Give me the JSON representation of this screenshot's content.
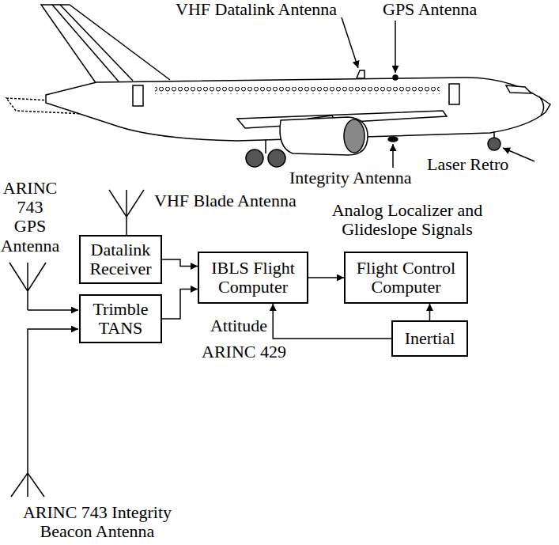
{
  "diagram": {
    "nodes": [
      {
        "text": [
          "Datalink Receiver"
        ]
      },
      {
        "text": [
          "Trimble TANS"
        ]
      },
      {
        "text": [
          "IBLS Flight Computer"
        ]
      },
      {
        "text": [
          "Flight Control Computer"
        ]
      },
      {
        "text": [
          "Inertial"
        ]
      }
    ],
    "edges": [
      {
        "from": 0,
        "to": 2,
        "arrow": "to"
      },
      {
        "from": 1,
        "to": 2,
        "arrow": "to"
      },
      {
        "from": 2,
        "to": 3,
        "arrow": "to"
      },
      {
        "from": 4,
        "to": 3,
        "arrow": "to"
      },
      {
        "from": 4,
        "to": 2,
        "arrow": "to"
      }
    ],
    "labels": [
      "VHF Datalink Antenna",
      "GPS Antenna",
      "Laser Retro",
      "Integrity Antenna",
      "ARINC 743 GPS Antenna",
      "VHF Blade Antenna",
      "Analog Localizer and Glideslope Signals",
      "Attitude",
      "ARINC 429",
      "ARINC 743 Integrity Beacon Antenna"
    ]
  }
}
